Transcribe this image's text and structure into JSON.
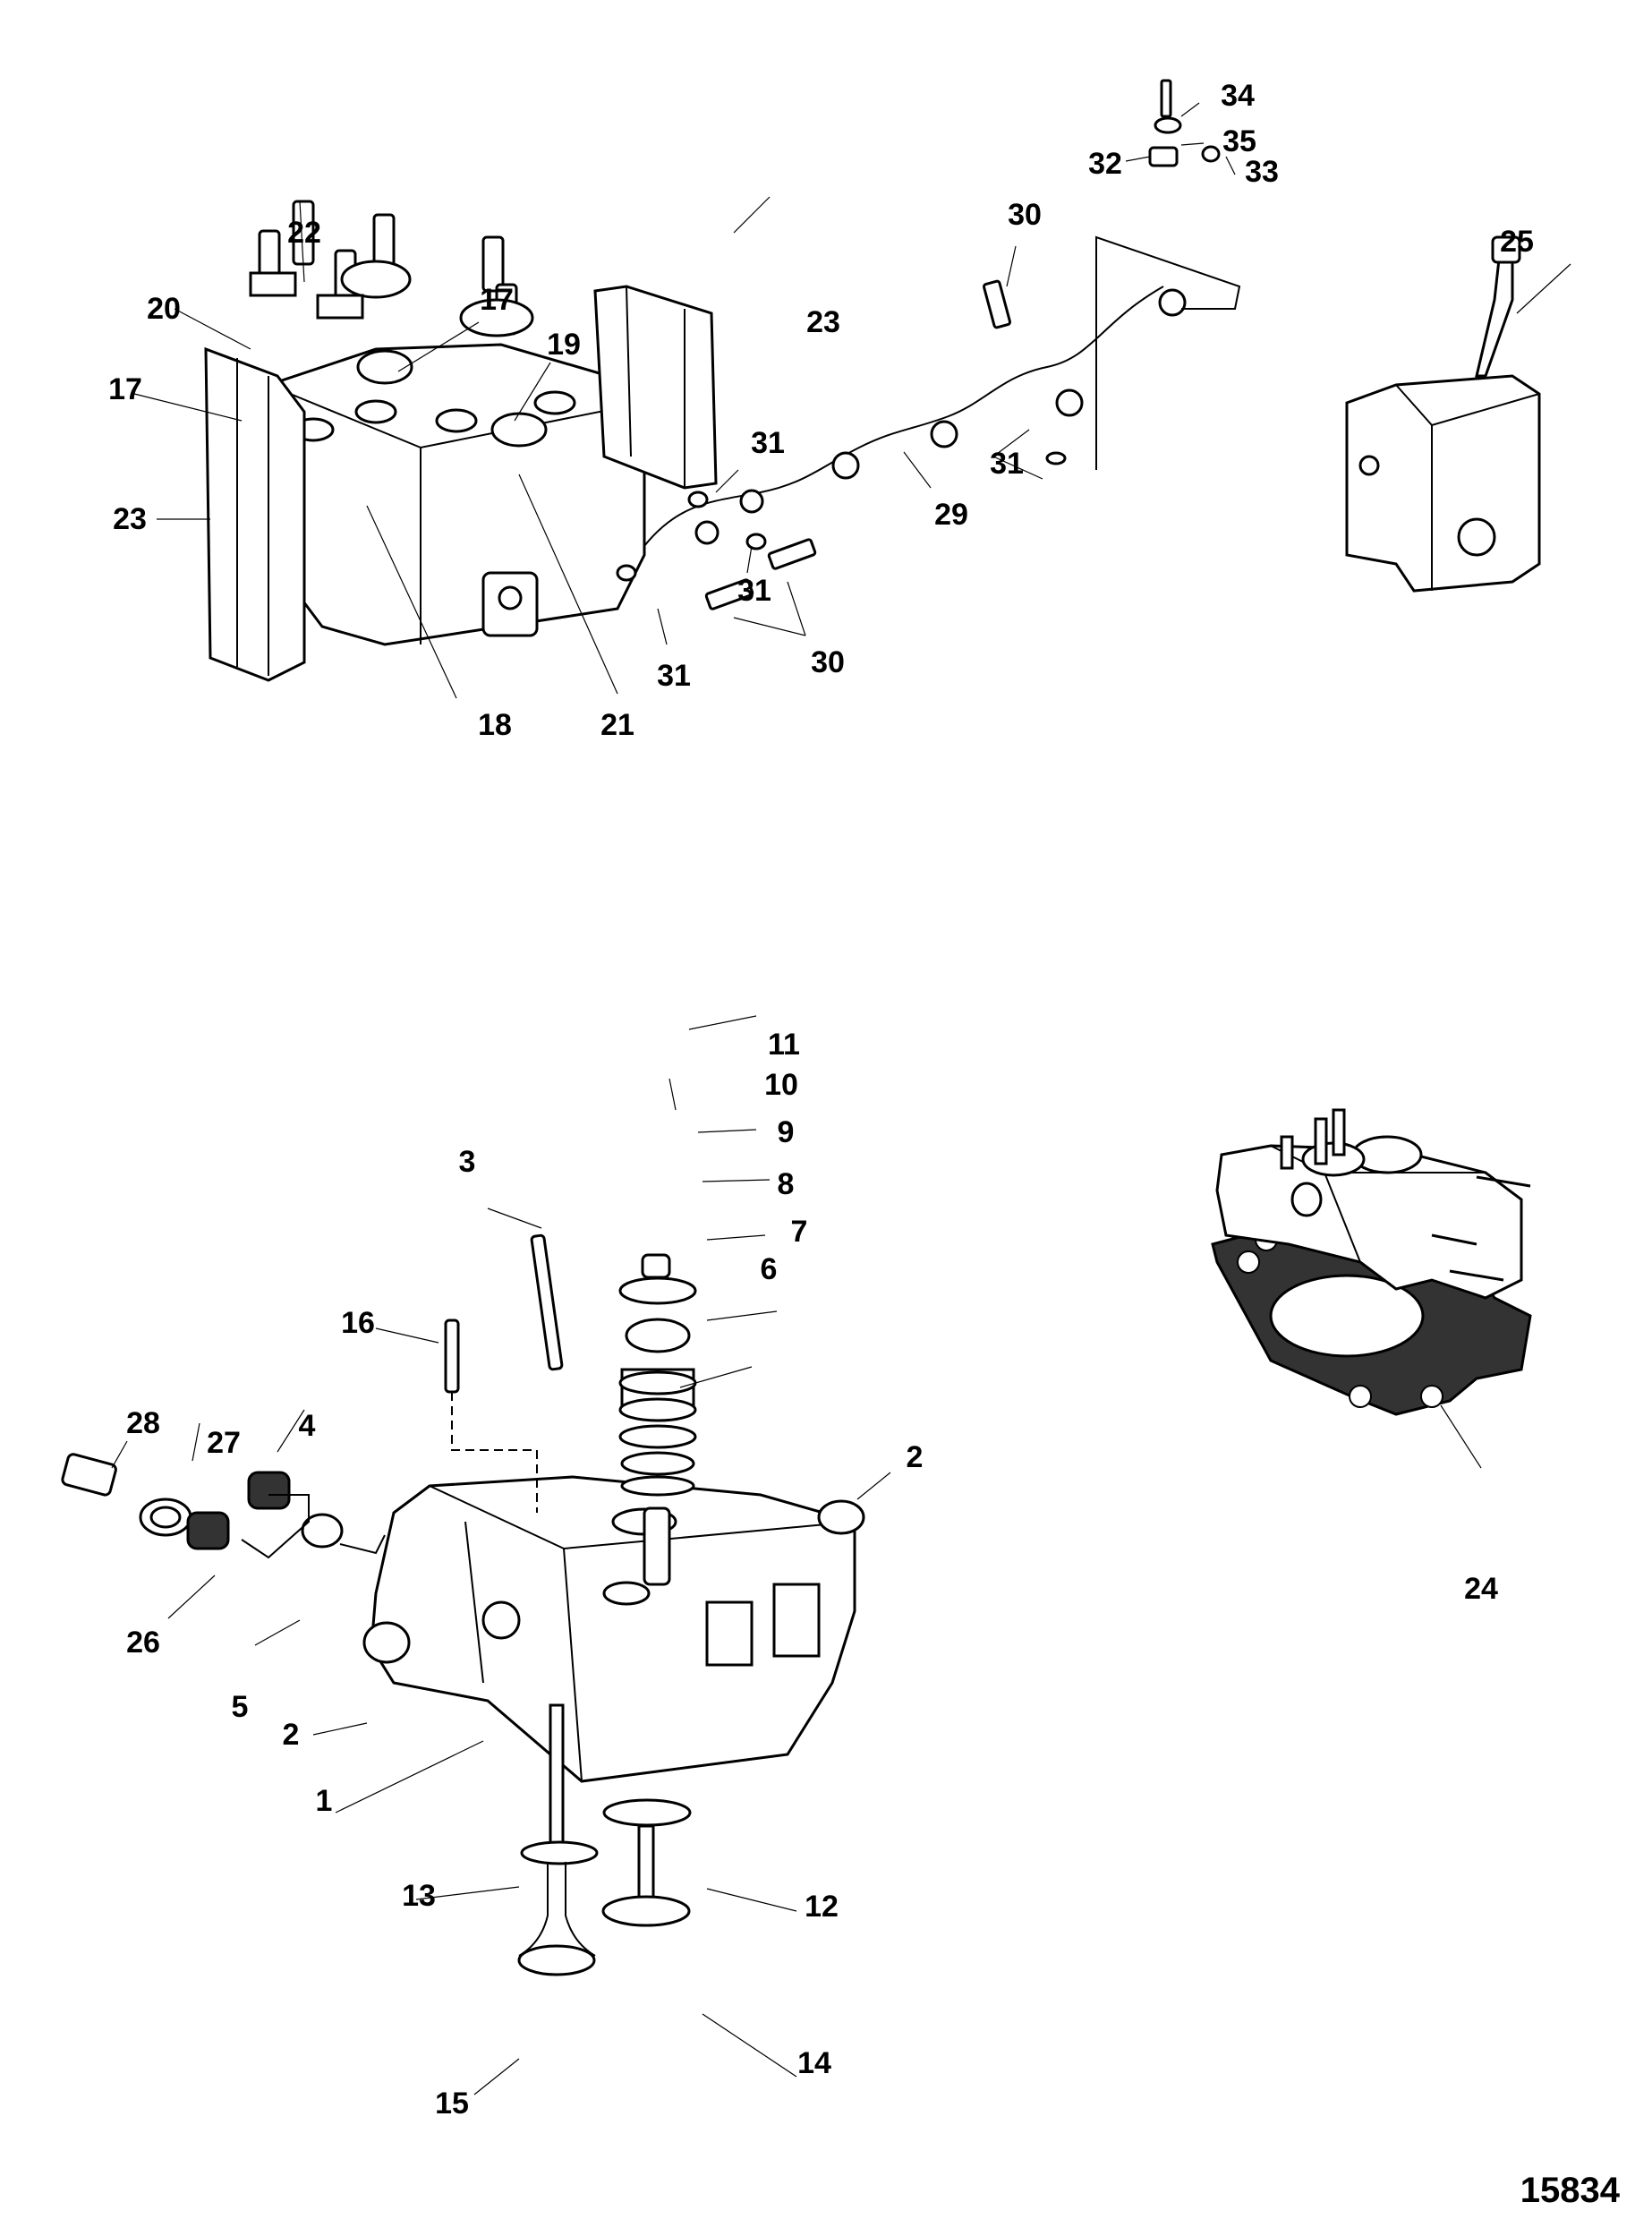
{
  "diagram": {
    "title": "Cylinder Head Exploded View",
    "figure_number": "15834",
    "callouts": [
      {
        "id": "c1",
        "label": "1"
      },
      {
        "id": "c2a",
        "label": "2"
      },
      {
        "id": "c2b",
        "label": "2"
      },
      {
        "id": "c3",
        "label": "3"
      },
      {
        "id": "c4",
        "label": "4"
      },
      {
        "id": "c5",
        "label": "5"
      },
      {
        "id": "c6",
        "label": "6"
      },
      {
        "id": "c7",
        "label": "7"
      },
      {
        "id": "c8",
        "label": "8"
      },
      {
        "id": "c9",
        "label": "9"
      },
      {
        "id": "c10",
        "label": "10"
      },
      {
        "id": "c11",
        "label": "11"
      },
      {
        "id": "c12",
        "label": "12"
      },
      {
        "id": "c13",
        "label": "13"
      },
      {
        "id": "c14",
        "label": "14"
      },
      {
        "id": "c15",
        "label": "15"
      },
      {
        "id": "c16",
        "label": "16"
      },
      {
        "id": "c17a",
        "label": "17"
      },
      {
        "id": "c17b",
        "label": "17"
      },
      {
        "id": "c18",
        "label": "18"
      },
      {
        "id": "c19",
        "label": "19"
      },
      {
        "id": "c20",
        "label": "20"
      },
      {
        "id": "c21",
        "label": "21"
      },
      {
        "id": "c22",
        "label": "22"
      },
      {
        "id": "c23a",
        "label": "23"
      },
      {
        "id": "c23b",
        "label": "23"
      },
      {
        "id": "c24",
        "label": "24"
      },
      {
        "id": "c25",
        "label": "25"
      },
      {
        "id": "c26",
        "label": "26"
      },
      {
        "id": "c27",
        "label": "27"
      },
      {
        "id": "c28",
        "label": "28"
      },
      {
        "id": "c29",
        "label": "29"
      },
      {
        "id": "c30a",
        "label": "30"
      },
      {
        "id": "c30b",
        "label": "30"
      },
      {
        "id": "c31a",
        "label": "31"
      },
      {
        "id": "c31b",
        "label": "31"
      },
      {
        "id": "c31c",
        "label": "31"
      },
      {
        "id": "c31d",
        "label": "31"
      },
      {
        "id": "c32",
        "label": "32"
      },
      {
        "id": "c33",
        "label": "33"
      },
      {
        "id": "c34",
        "label": "34"
      },
      {
        "id": "c35",
        "label": "35"
      }
    ]
  }
}
